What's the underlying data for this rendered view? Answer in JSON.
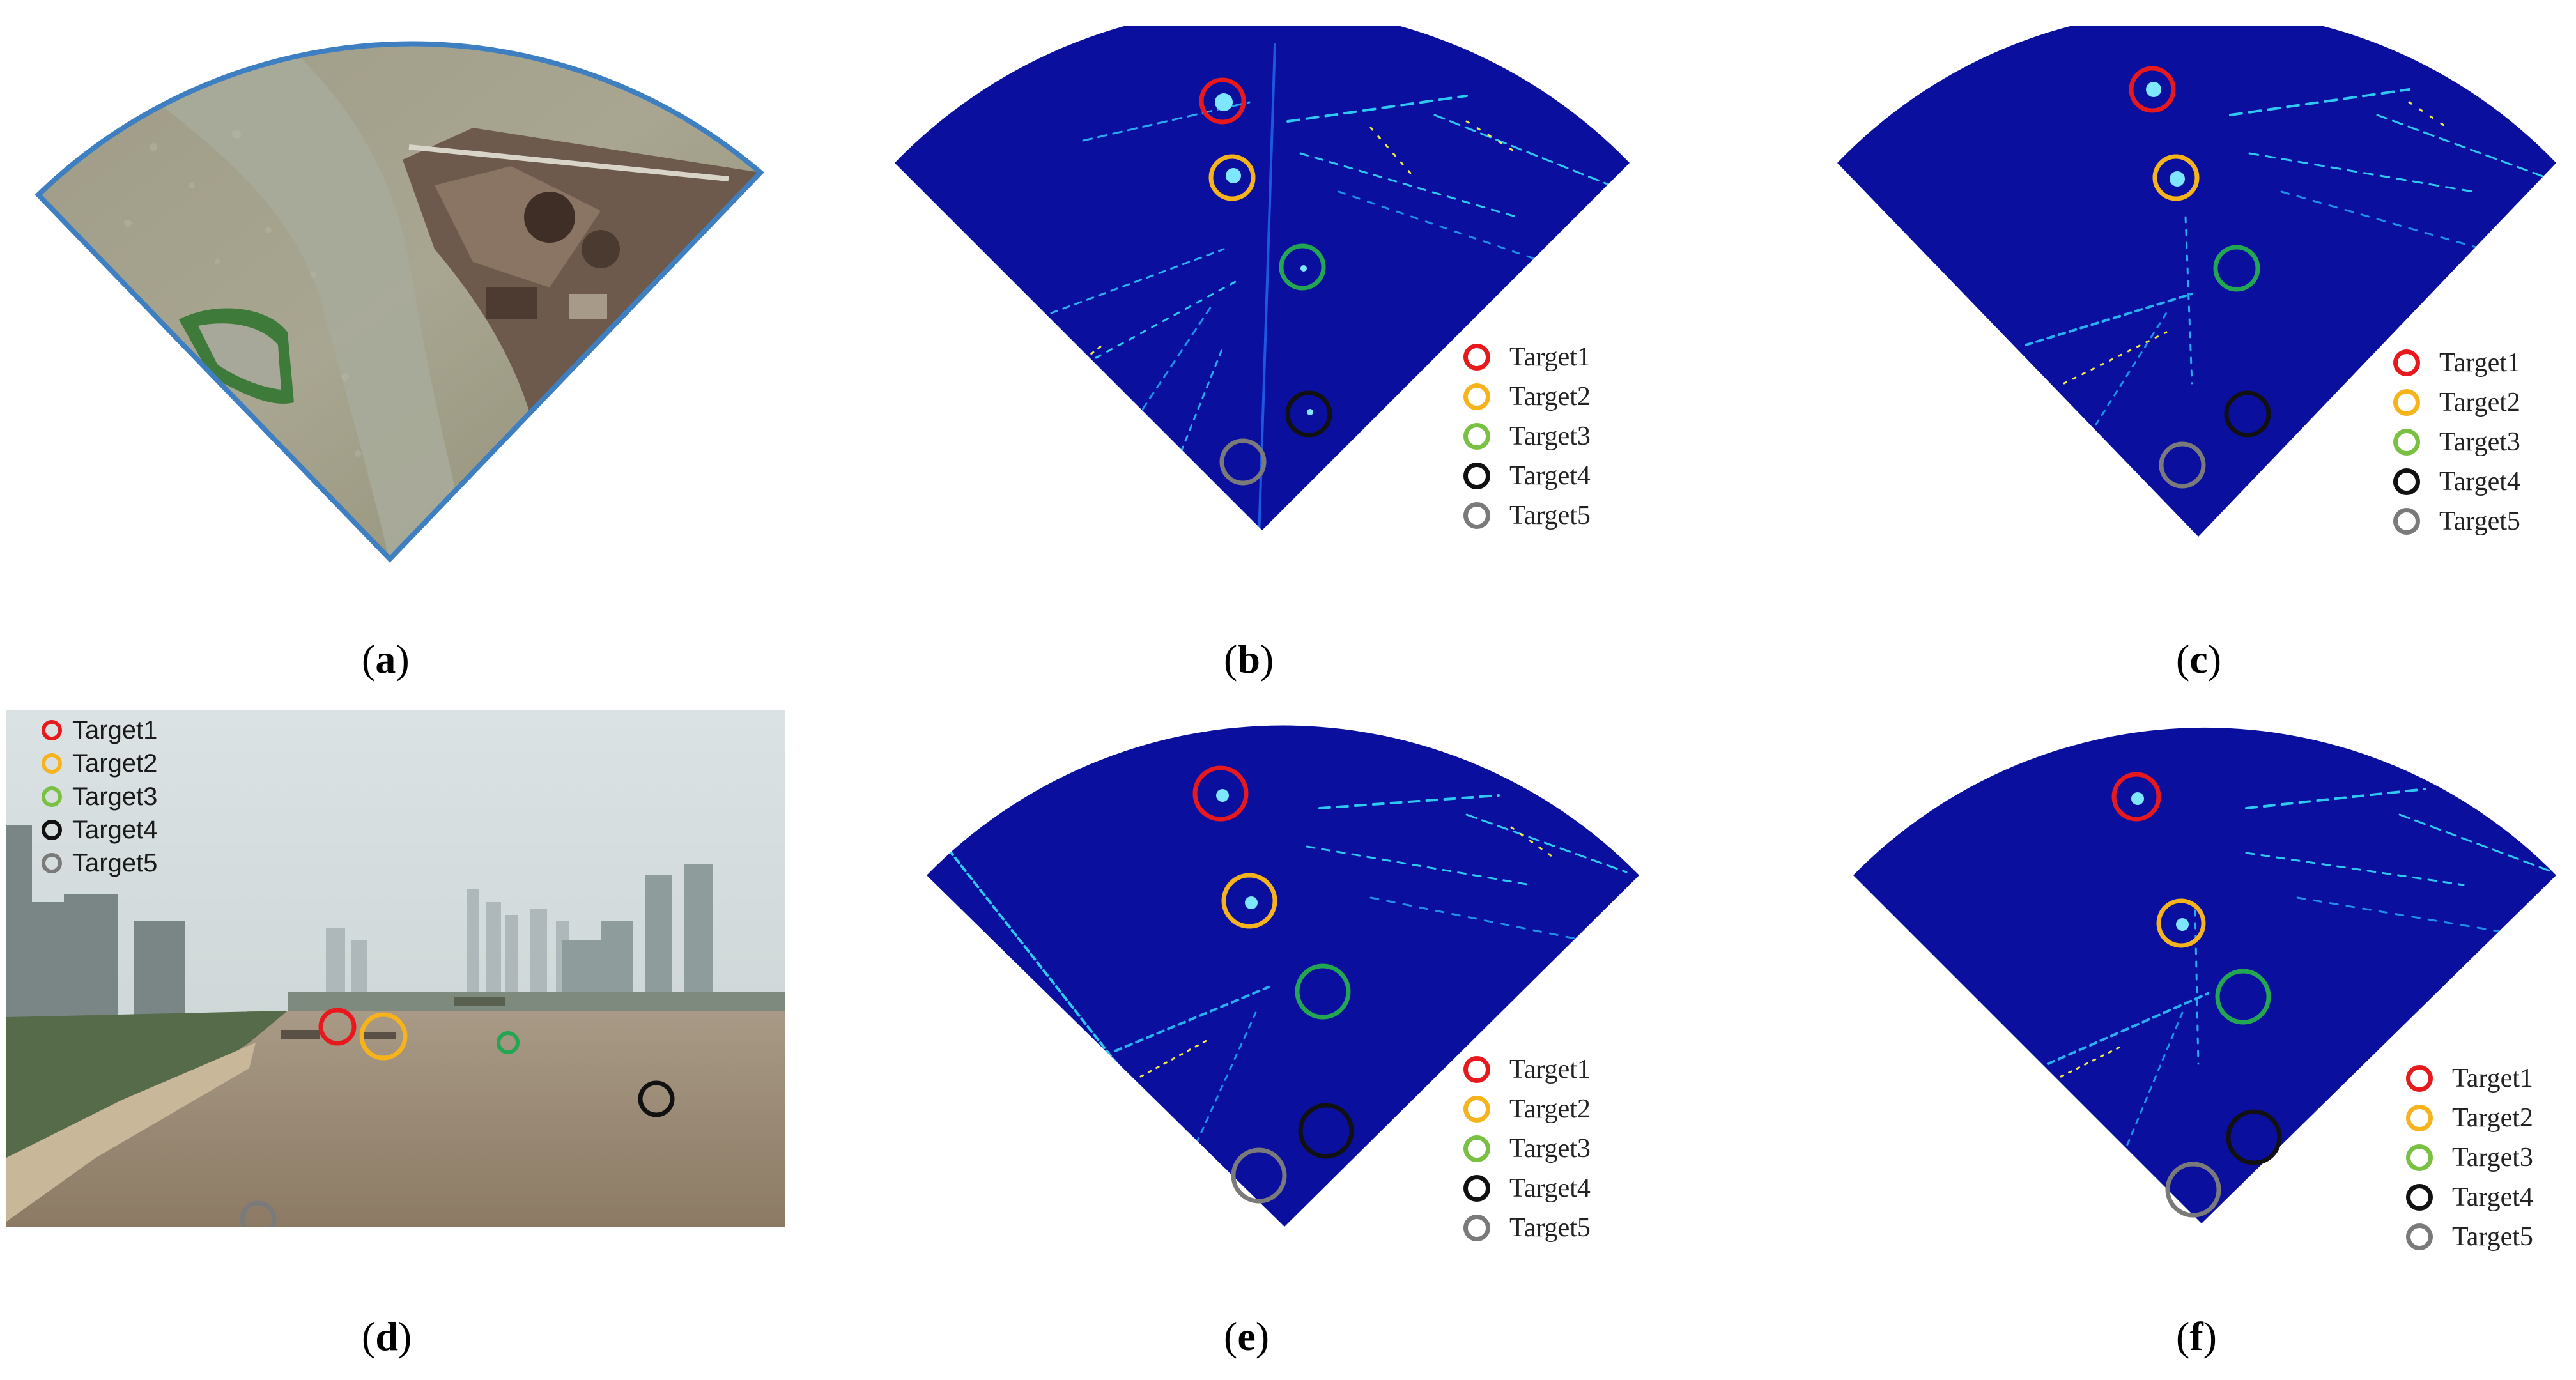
{
  "captions": {
    "a": {
      "open": "(",
      "letter": "a",
      "close": ")"
    },
    "b": {
      "open": "(",
      "letter": "b",
      "close": ")"
    },
    "c": {
      "open": "(",
      "letter": "c",
      "close": ")"
    },
    "d": {
      "open": "(",
      "letter": "d",
      "close": ")"
    },
    "e": {
      "open": "(",
      "letter": "e",
      "close": ")"
    },
    "f": {
      "open": "(",
      "letter": "f",
      "close": ")"
    }
  },
  "legend": {
    "target1": "Target1",
    "target2": "Target2",
    "target3": "Target3",
    "target4": "Target4",
    "target5": "Target5"
  },
  "colors": {
    "target1": "#e8191c",
    "target2": "#f6b31b",
    "target3": "#7ac143",
    "target4": "#111111",
    "target5": "#7a7a7a",
    "radar_background": "#0a0f9e",
    "satellite_outline": "#3d7fc1"
  }
}
